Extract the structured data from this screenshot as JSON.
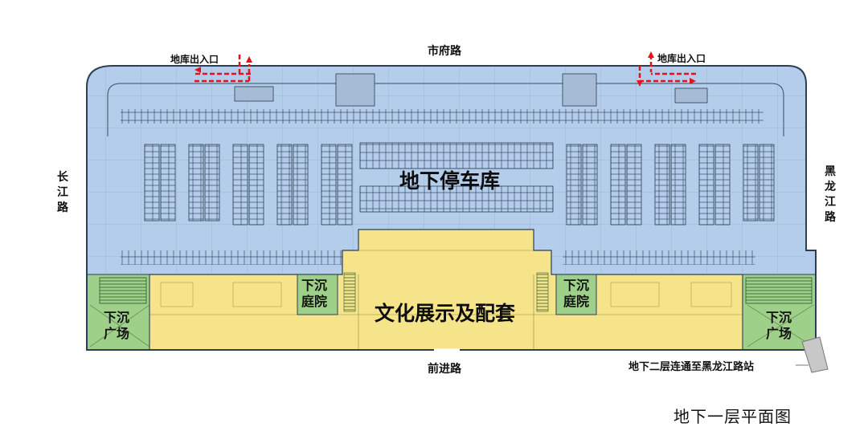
{
  "roads": {
    "north": "市府路",
    "south": "前进路",
    "west": "长江路",
    "east": "黑龙江路"
  },
  "zones": {
    "parking": "地下停车库",
    "culture": "文化展示及配套",
    "courtyard_left": "下沉庭院",
    "courtyard_right": "下沉庭院",
    "plaza_left": "下沉广场",
    "plaza_right": "下沉广场"
  },
  "entrances": {
    "left": "地库出入口",
    "right": "地库出入口"
  },
  "connection_note": "地下二层连通至黑龙江路站",
  "caption": "地下一层平面图",
  "colors": {
    "parking": "#b3cdea",
    "culture": "#f5e48a",
    "green": "#9fd08a",
    "arrow": "#e8101a",
    "line": "#2c3e55"
  }
}
